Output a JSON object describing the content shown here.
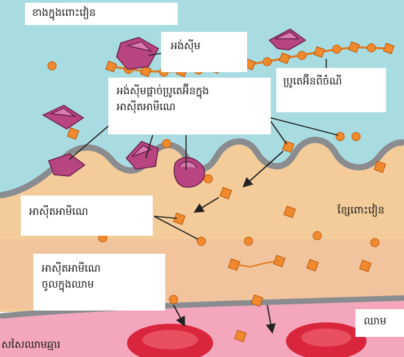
{
  "labels": {
    "lumen": "ខាងក្នុងពោះវៀន",
    "enzyme": "អង់ស៊ីម",
    "protein_chain": "ប្រូតេអ៊ីនពីចំណី",
    "enzyme_action_line1": "អង់ស៊ីមផ្តាច់ប្រូតេអ៊ីនក្នុង",
    "enzyme_action_line2": "អាស៊ីតអាមីណេ",
    "amino_acid": "អាស៊ីតអាមីណេ",
    "intestine_wall": "ខ្សែពោះវៀន",
    "absorption_line1": "អាស៊ីតអាមីណេ",
    "absorption_line2": "ចូលក្នុងឈាម",
    "blood": "ឈាម",
    "capillary_wall": "សសៃឈាមឆ្មារ"
  },
  "colors": {
    "lumen": "#a9dce0",
    "cell": "#f3cc9a",
    "cell_lower": "#f0b8a0",
    "membrane": "#8a8c90",
    "capillary": "#f3a6bc",
    "blood_cell": "#d9263c",
    "enzyme": "#b8457f",
    "amino_acid": "#f08a2c"
  }
}
